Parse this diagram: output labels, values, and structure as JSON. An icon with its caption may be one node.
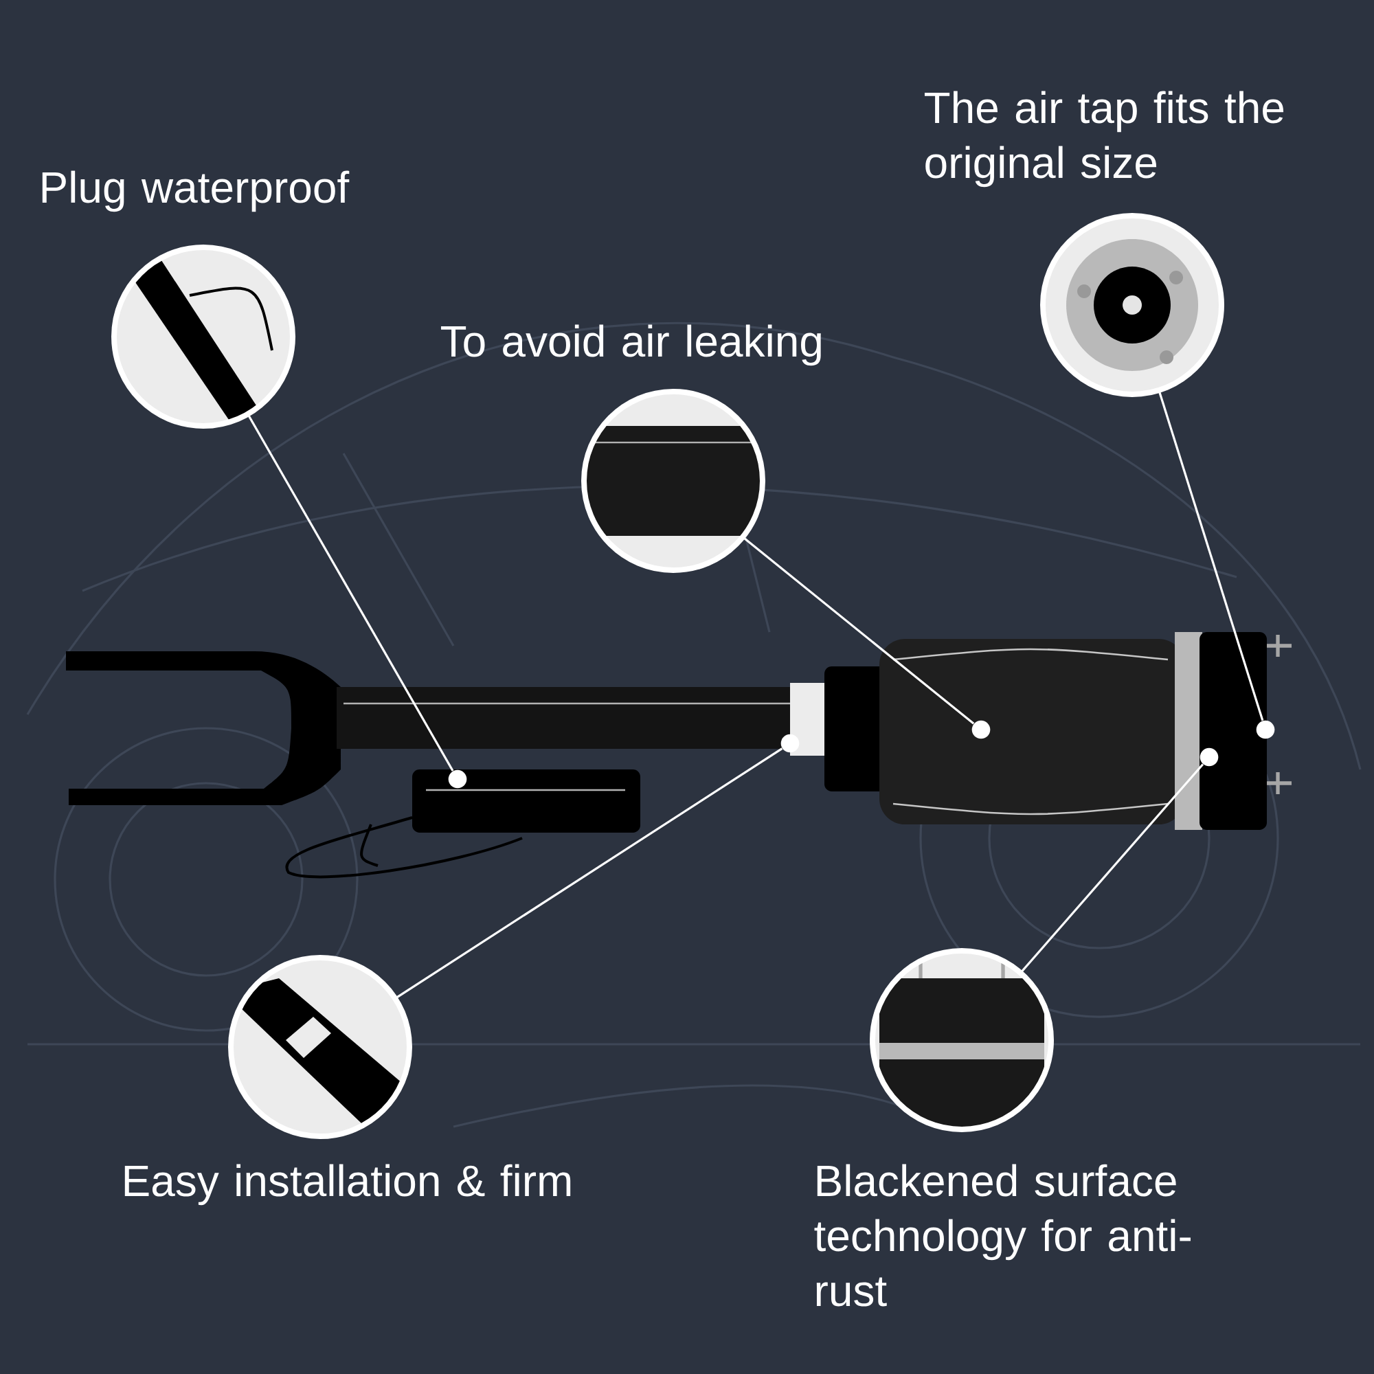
{
  "diagram": {
    "nodes": [
      {
        "text": [
          "Plug waterproof"
        ]
      },
      {
        "text": [
          "The air tap fits the original size"
        ]
      },
      {
        "text": [
          "To avoid air leaking"
        ]
      },
      {
        "text": [
          "Easy installation & firm"
        ]
      },
      {
        "text": [
          "Blackened surface technology for anti-rust"
        ]
      },
      {
        "text": [],
        "shape": "circle"
      },
      {
        "text": [],
        "shape": "circle"
      },
      {
        "text": [],
        "shape": "circle"
      },
      {
        "text": [],
        "shape": "circle"
      },
      {
        "text": [],
        "shape": "circle"
      }
    ],
    "edges": [
      {
        "from": 0,
        "to": 5,
        "arrow": "none"
      },
      {
        "from": 1,
        "to": 9,
        "arrow": "none"
      },
      {
        "from": 2,
        "to": 7,
        "arrow": "none"
      },
      {
        "from": 3,
        "to": 6,
        "arrow": "none"
      },
      {
        "from": 4,
        "to": 8,
        "arrow": "none"
      }
    ]
  }
}
